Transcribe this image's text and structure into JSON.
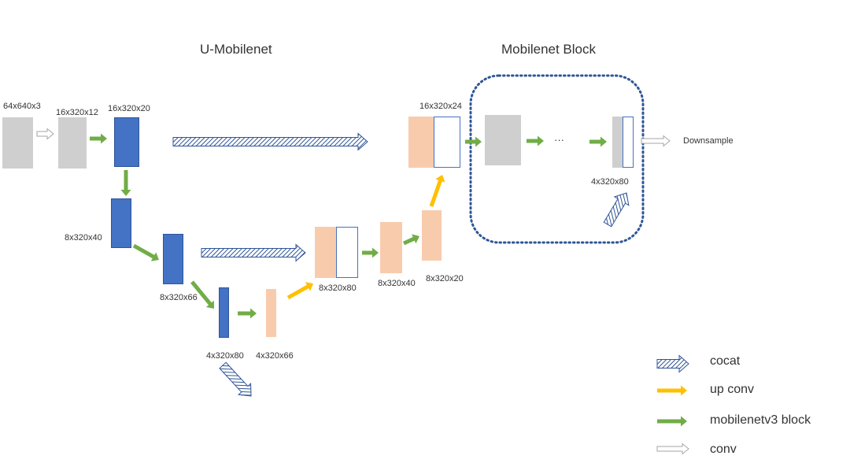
{
  "titles": {
    "left": "U-Mobilenet",
    "right": "Mobilenet Block"
  },
  "labels": {
    "input": "64x640x3",
    "conv_out": "16x320x12",
    "enc1": "16x320x20",
    "enc2": "8x320x40",
    "enc3": "8x320x66",
    "enc4": "4x320x80",
    "dec4": "4x320x66",
    "cat3": "8x320x80",
    "dec3": "8x320x40",
    "dec2": "8x320x20",
    "cat1": "16x320x24",
    "block_out": "4x320x80",
    "downsample": "Downsample",
    "ellipsis": "···"
  },
  "legend": [
    {
      "key": "cocat",
      "label": "cocat"
    },
    {
      "key": "upconv",
      "label": "up conv"
    },
    {
      "key": "mobile",
      "label": "mobilenetv3 block"
    },
    {
      "key": "conv",
      "label": "conv"
    }
  ],
  "colors": {
    "gray": "#d0cfcf",
    "blue": "#4472c4",
    "peach": "#f8cbad",
    "green": "#70ad47",
    "orange": "#ffc000",
    "hatch": "#2f5597",
    "dotted": "#2f5597"
  }
}
